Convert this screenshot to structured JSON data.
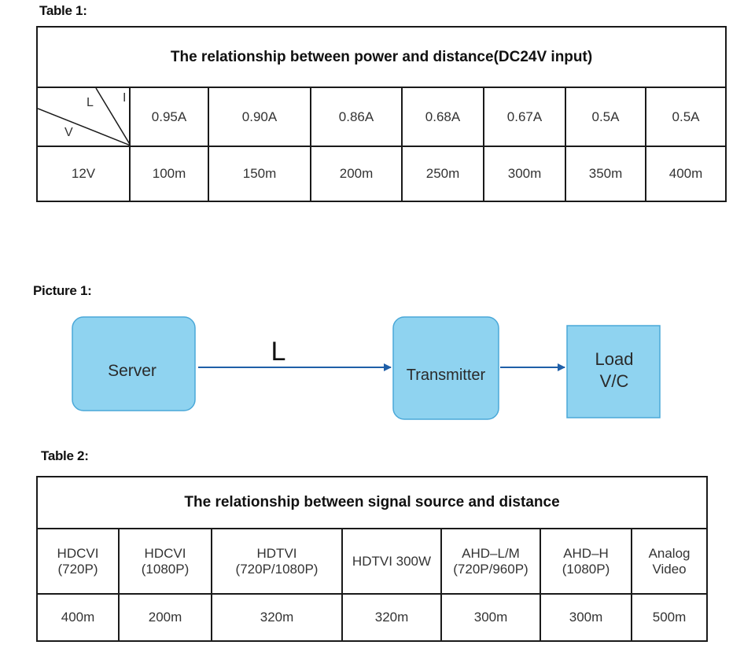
{
  "table1": {
    "caption": "Table 1:",
    "title": "The relationship between power and distance(DC24V input)",
    "corner": {
      "l": "L",
      "i": "I",
      "v": "V"
    },
    "currents": [
      "0.95A",
      "0.90A",
      "0.86A",
      "0.68A",
      "0.67A",
      "0.5A",
      "0.5A"
    ],
    "voltage": "12V",
    "distances": [
      "100m",
      "150m",
      "200m",
      "250m",
      "300m",
      "350m",
      "400m"
    ]
  },
  "picture1": {
    "caption": "Picture 1:",
    "server_label": "Server",
    "length_label": "L",
    "transmitter_label": "Transmitter",
    "load_line1": "Load",
    "load_line2": "V/C",
    "colors": {
      "box_fill": "#8fd3f0",
      "box_stroke": "#4aa8d8",
      "arrow": "#1f5fa8"
    }
  },
  "table2": {
    "caption": "Table 2:",
    "title": "The relationship between signal source and distance",
    "sources": [
      "HDCVI\n(720P)",
      "HDCVI\n(1080P)",
      "HDTVI\n(720P/1080P)",
      "HDTVI 300W",
      "AHD–L/M\n(720P/960P)",
      "AHD–H\n(1080P)",
      "Analog\nVideo"
    ],
    "distances": [
      "400m",
      "200m",
      "320m",
      "320m",
      "300m",
      "300m",
      "500m"
    ]
  }
}
